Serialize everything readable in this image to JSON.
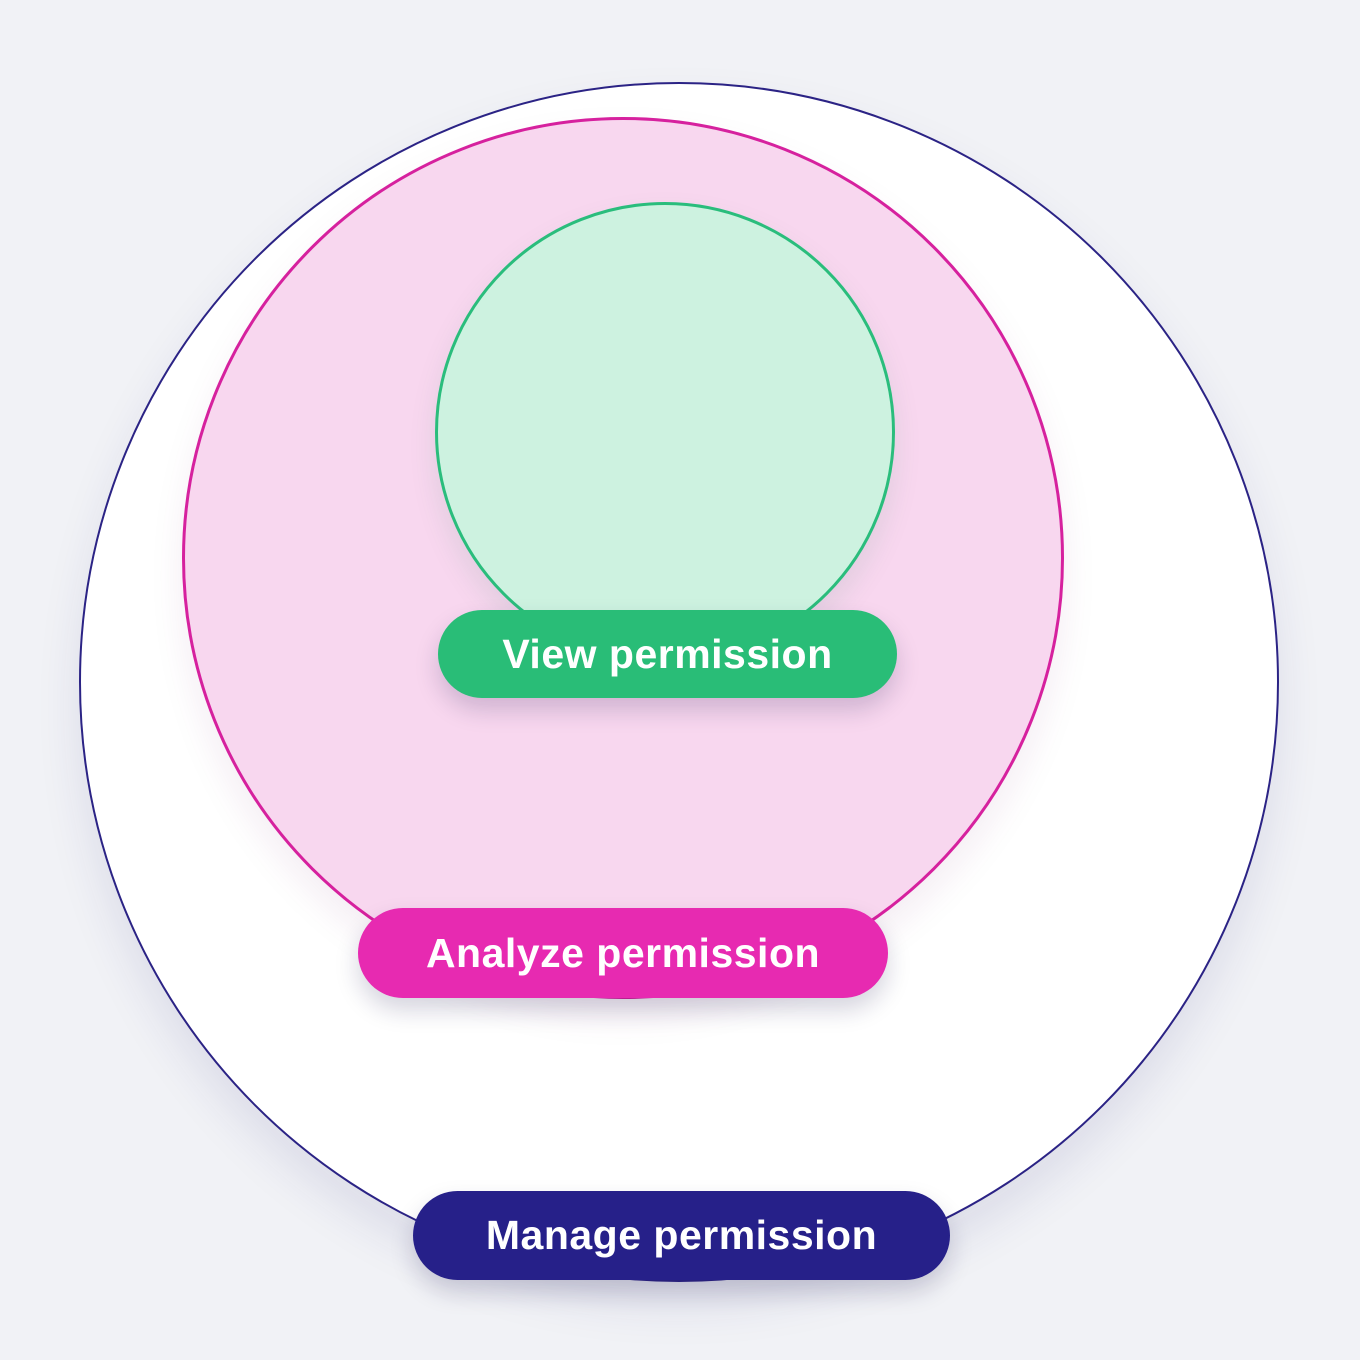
{
  "diagram": {
    "type": "nested-circles",
    "background_color": "#f1f2f6",
    "label_text_color": "#ffffff",
    "levels": [
      {
        "id": "view",
        "label": "View permission",
        "pill_color": "#29bd77",
        "circle_fill": "#cdf2e0",
        "circle_border": "#2abd7c"
      },
      {
        "id": "analyze",
        "label": "Analyze permission",
        "pill_color": "#e72ab1",
        "circle_fill": "#f8d7ef",
        "circle_border": "#d6219e"
      },
      {
        "id": "manage",
        "label": "Manage permission",
        "pill_color": "#262089",
        "circle_fill": "#ffffff",
        "circle_border": "#2b2385"
      }
    ]
  }
}
